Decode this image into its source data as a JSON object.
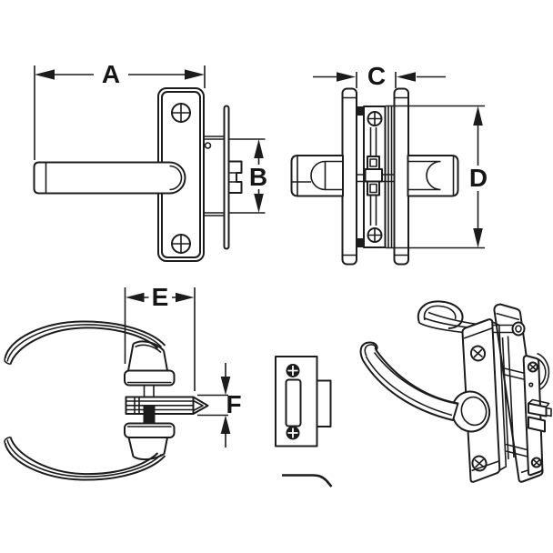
{
  "dimension_labels": {
    "a": "A",
    "b": "B",
    "c": "C",
    "d": "D",
    "e": "E",
    "f": "F"
  },
  "colors": {
    "background": "#ffffff",
    "line": "#1c1c1c"
  }
}
